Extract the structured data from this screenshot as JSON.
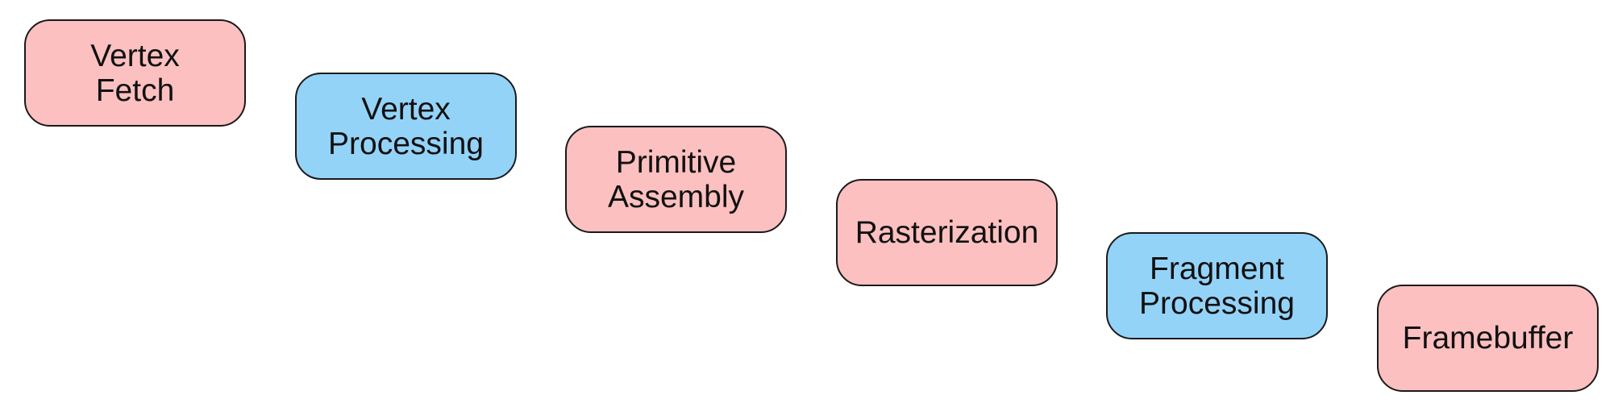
{
  "diagram": {
    "colors": {
      "pink": "#fcc0c0",
      "blue": "#94d3f8",
      "border": "#1a1a1a",
      "text": "#111111"
    },
    "stages": [
      {
        "label": "Vertex\nFetch",
        "fill": "pink"
      },
      {
        "label": "Vertex\nProcessing",
        "fill": "blue"
      },
      {
        "label": "Primitive\nAssembly",
        "fill": "pink"
      },
      {
        "label": "Rasterization",
        "fill": "pink"
      },
      {
        "label": "Fragment\nProcessing",
        "fill": "blue"
      },
      {
        "label": "Framebuffer",
        "fill": "pink"
      }
    ]
  }
}
